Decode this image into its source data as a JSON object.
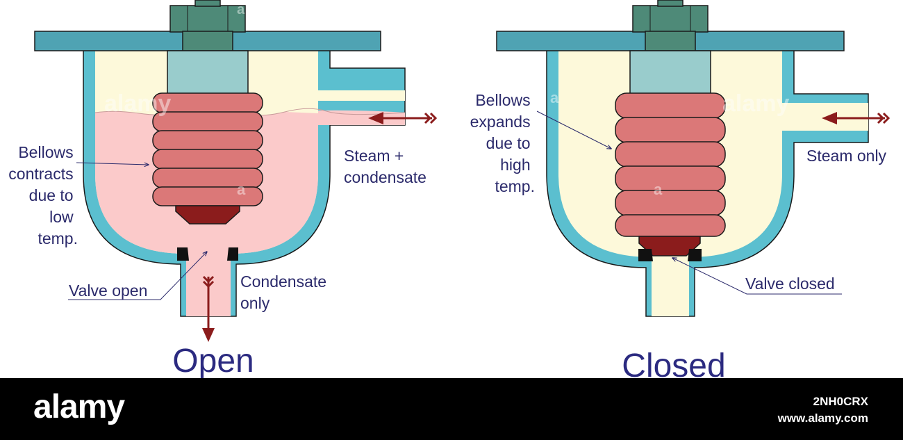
{
  "open_panel": {
    "title": "Open",
    "bellows_label": [
      "Bellows",
      "contracts",
      "due to",
      "low",
      "temp."
    ],
    "inlet_label": [
      "Steam +",
      "condensate"
    ],
    "valve_label": "Valve open",
    "outlet_label": [
      "Condensate",
      "only"
    ]
  },
  "closed_panel": {
    "title": "Closed",
    "bellows_label": [
      "Bellows",
      "expands",
      "due to",
      "high",
      "temp."
    ],
    "inlet_label": "Steam only",
    "valve_label": "Valve closed"
  },
  "watermark": {
    "brand": "alamy",
    "mark": "a"
  },
  "footer": {
    "logo": "alamy",
    "image_id": "2NH0CRX",
    "site": "www.alamy.com"
  },
  "colors": {
    "body_wall": "#5bbfcf",
    "lid": "#4fa3b3",
    "bolt": "#4e8a78",
    "stem": "#99cccc",
    "bellows": "#db7878",
    "valve_head": "#8b1c1c",
    "arrow": "#8b1c1c",
    "condensate": "#fbcaca",
    "steam": "#fdf9da",
    "seat": "#111111"
  }
}
